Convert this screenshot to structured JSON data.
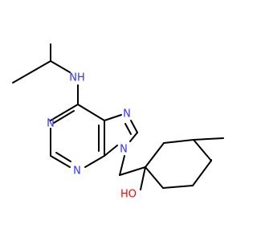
{
  "structure": {
    "background_color": "#ffffff",
    "bond_color": "#000000",
    "atom_colors": {
      "N": "#3333ff",
      "O": "#ff0000"
    },
    "labels": {
      "nh": "NH",
      "n1": "N",
      "n3": "N",
      "n7": "N",
      "n9": "N",
      "oh": "HO"
    }
  }
}
